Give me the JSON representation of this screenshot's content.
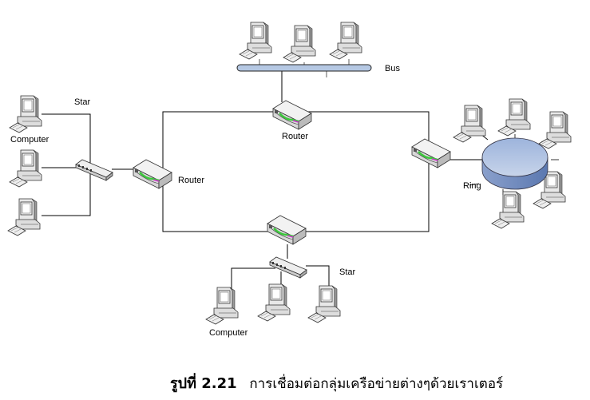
{
  "labels": {
    "bus": "Bus",
    "star_left": "Star",
    "star_bottom": "Star",
    "ring": "Ring",
    "router_left": "Router",
    "router_top": "Router",
    "computer_left": "Computer",
    "computer_bottom": "Computer"
  },
  "caption": {
    "number": "รูปที่ 2.21",
    "text": "การเชื่อมต่อกลุ่มเครือข่ายต่างๆด้วยเราเตอร์"
  },
  "colors": {
    "ring_fill": "#8fa8d4",
    "bus_fill": "#b5c8e3",
    "router_led": "#3cc83c",
    "router_accent": "#cc33cc"
  }
}
